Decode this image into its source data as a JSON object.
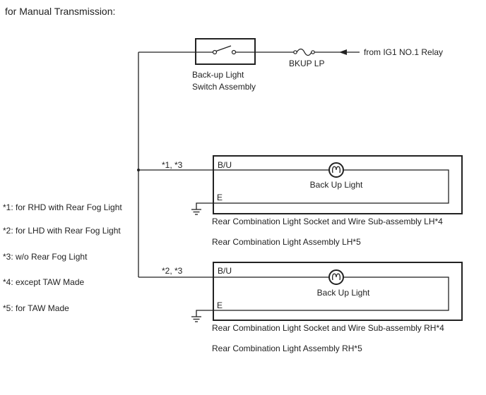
{
  "title": "for Manual Transmission:",
  "source": {
    "label": "from IG1 NO.1 Relay"
  },
  "fuse": {
    "label": "BKUP LP"
  },
  "switch": {
    "label_line1": "Back-up Light",
    "label_line2": "Switch Assembly"
  },
  "branch_lh": {
    "label": "*1, *3"
  },
  "branch_rh": {
    "label": "*2, *3"
  },
  "lh": {
    "pin_bu": "B/U",
    "pin_e": "E",
    "bulb_label": "Back Up Light",
    "caption1": "Rear Combination Light Socket and Wire Sub-assembly LH*4",
    "caption2": "Rear Combination Light Assembly LH*5"
  },
  "rh": {
    "pin_bu": "B/U",
    "pin_e": "E",
    "bulb_label": "Back Up Light",
    "caption1": "Rear Combination Light Socket and Wire Sub-assembly RH*4",
    "caption2": "Rear Combination Light Assembly RH*5"
  },
  "notes": [
    "*1: for RHD with Rear Fog Light",
    "*2: for LHD with Rear Fog Light",
    "*3: w/o Rear Fog Light",
    "*4: except TAW Made",
    "*5: for TAW Made"
  ]
}
